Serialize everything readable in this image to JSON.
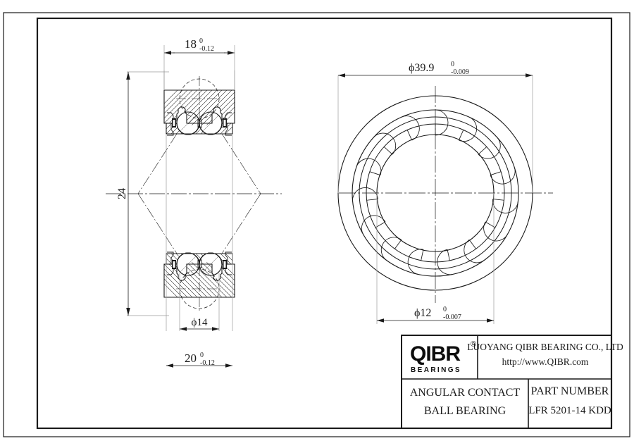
{
  "drawing": {
    "type": "engineering-drawing",
    "subject": "Angular contact ball bearing sectional and front view",
    "views": {
      "section": {
        "name": "cross-section-view",
        "dimensions": {
          "outer_width": {
            "value": "18",
            "upper_tol": "0",
            "lower_tol": "-0.12"
          },
          "inner_width": {
            "value": "20",
            "upper_tol": "0",
            "lower_tol": "-0.12"
          },
          "height": {
            "value": "24"
          },
          "ball_circle": {
            "value": "ϕ14"
          }
        }
      },
      "front": {
        "name": "front-view",
        "dimensions": {
          "outside_diameter": {
            "value": "ϕ39.9",
            "upper_tol": "0",
            "lower_tol": "-0.009"
          },
          "bore_diameter": {
            "value": "ϕ12",
            "upper_tol": "0",
            "lower_tol": "-0.007"
          }
        }
      }
    }
  },
  "title_block": {
    "logo": {
      "mark": "QIBR",
      "registered": "®",
      "tagline": "BEARINGS"
    },
    "company": "LUOYANG QIBR BEARING CO., LTD",
    "website": "http://www.QIBR.com",
    "product_line1": "ANGULAR CONTACT",
    "product_line2": "BALL BEARING",
    "part_number_label": "PART NUMBER",
    "part_number_value": "LFR 5201-14 KDD"
  },
  "colors": {
    "line": "#1a1a1a",
    "thin_line": "#333333",
    "background": "#ffffff"
  }
}
